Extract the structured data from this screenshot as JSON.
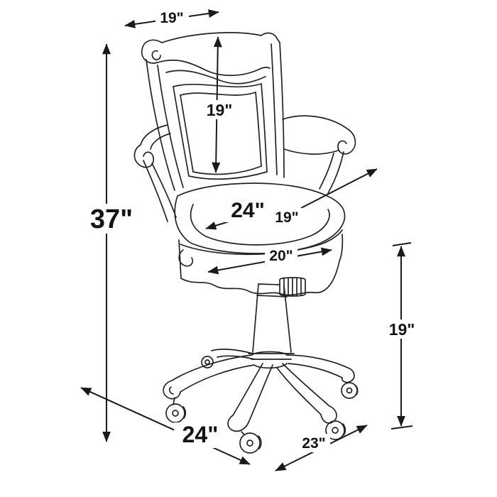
{
  "diagram": {
    "type": "product-dimension-drawing",
    "line_color": "#232323",
    "background": "#ffffff",
    "dimensions": {
      "back_top_width": "19\"",
      "backrest_height": "19\"",
      "overall_height": "37\"",
      "seat_width": "24\"",
      "seat_depth": "19\"",
      "seat_front_width": "20\"",
      "seat_height_from_floor": "19\"",
      "base_width": "24\"",
      "base_depth": "23\""
    }
  }
}
